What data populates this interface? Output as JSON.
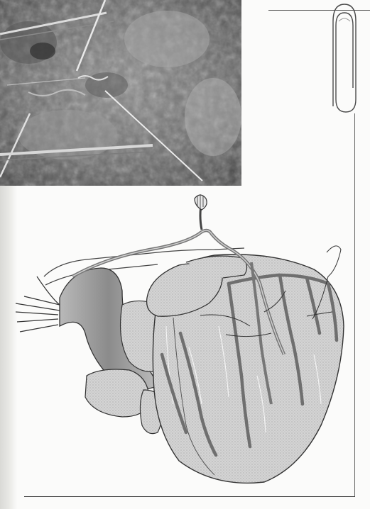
{
  "page": {
    "photo": {
      "subject": "surgical-photo",
      "tone": "grayscale"
    },
    "illustration": {
      "subject": "heart-bypass-graft-illustration",
      "tone": "grayscale"
    },
    "paperclip_icon": "paperclip-icon"
  },
  "colors": {
    "paper": "#fbfbfa",
    "ink": "#333333",
    "photo_dark": "#3c3c3c",
    "photo_light": "#b8b8b8",
    "vessel": "#6f6f6f",
    "heart_fill": "#c8c8c8"
  }
}
